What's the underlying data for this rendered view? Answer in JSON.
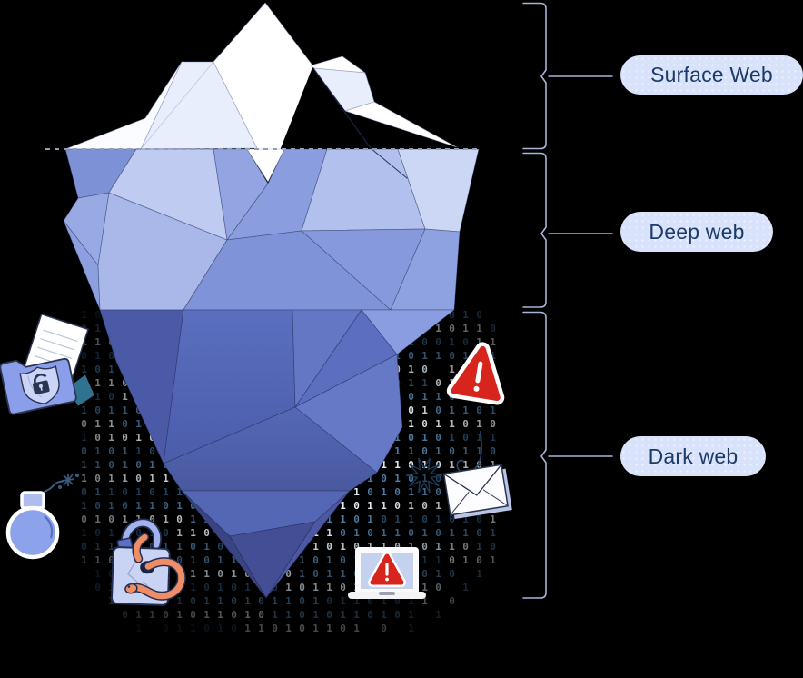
{
  "diagram": {
    "type": "iceberg-web-layers-infographic",
    "labels": {
      "surface": "Surface Web",
      "deep": "Deep web",
      "dark": "Dark web"
    },
    "icons": [
      {
        "name": "secure-folder-icon",
        "meaning": "folder with document and shield lock"
      },
      {
        "name": "bomb-icon",
        "meaning": "bomb with lit fuse"
      },
      {
        "name": "warning-triangle-icon",
        "meaning": "red alert triangle"
      },
      {
        "name": "envelope-icon",
        "meaning": "mail envelope on phishing hook"
      },
      {
        "name": "padlock-worm-icon",
        "meaning": "padlock breached by worm"
      },
      {
        "name": "laptop-alert-icon",
        "meaning": "laptop showing malware warning"
      },
      {
        "name": "spark-star-icon",
        "meaning": "jagged spark doodle"
      }
    ],
    "colors": {
      "background": "#000000",
      "label_pill_bg": "#d8e3fb",
      "label_text": "#1d3a69",
      "bracket": "#a7b2d6",
      "waterline": "#929eb6",
      "iceberg_above_water": "#ffffff",
      "iceberg_mid": "#8ca0e2",
      "iceberg_deep": "#5063b2",
      "iceberg_tip": "#3a4483",
      "alert_red": "#d7241d",
      "worm_orange": "#ef8e66",
      "teal_accent": "#2f7291"
    },
    "binary": {
      "palette": [
        "#e3ecf3",
        "#4d7ea6",
        "#2a5577"
      ],
      "rows": [
        "1011 010110 1 0110100 1 011010 ",
        "0110101101011010011011010 10110",
        "110110 101101011010101101001011",
        "01011011010 1011011010010110101",
        "10110101101101001011011010 1010",
        "0110101011010110110101101101101",
        "1101011010101101001011010110011",
        "1011010101101011011010110101101",
        "0110110101011010110101011011010",
        "1010101101101010110110110101011",
        "0101101011010110101101011010110",
        "1101010110101101011010110101101",
        "1011011010110101101011010101011",
        "0110101101011011010110101101101",
        "1010110101101010110101101011010",
        "0101101011010110101101011010101",
        "1011010110101101011010110101101",
        "0110101101011010110101101011010",
        "1101011010110101101011010110101",
        " 101101011010110101101011010 1 ",
        " 01101011010110101101011010 1  ",
        "  101101011010110101101011 0   ",
        "   0110101101011010110101 1    ",
        "    1 011010110101101 0 1      "
      ]
    }
  }
}
